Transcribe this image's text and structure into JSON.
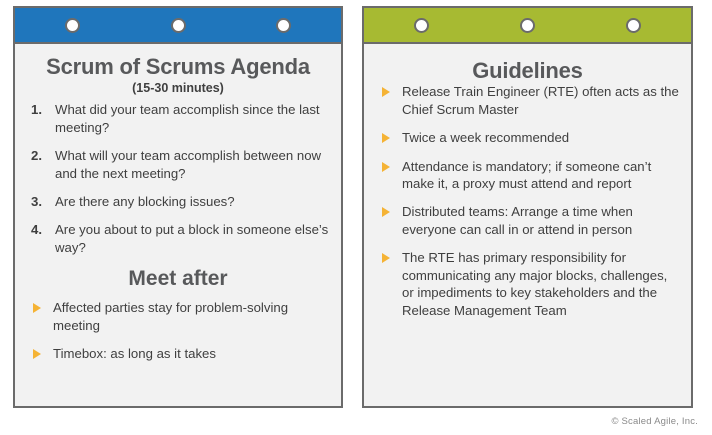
{
  "colors": {
    "header_blue": "#1f76bc",
    "header_green": "#a7ba32",
    "bullet_orange": "#f5b335",
    "panel_border": "#6b6b6b",
    "panel_background": "#f2f2f2",
    "text_gray": "#3f3f3f",
    "heading_gray": "#58595b"
  },
  "left_panel": {
    "title": "Scrum of Scrums Agenda",
    "subtitle": "(15-30 minutes)",
    "numbered_items": [
      {
        "number": "1.",
        "text": "What did your team accomplish since the last meeting?"
      },
      {
        "number": "2.",
        "text": "What will your team accomplish between now and the next meeting?"
      },
      {
        "number": "3.",
        "text": "Are there any blocking issues?"
      },
      {
        "number": "4.",
        "text": "Are you about to put a block in someone else’s way?"
      }
    ],
    "section_title": "Meet after",
    "bullet_items": [
      "Affected parties stay for problem-solving meeting",
      "Timebox: as long as it takes"
    ]
  },
  "right_panel": {
    "title": "Guidelines",
    "bullet_items": [
      "Release Train Engineer (RTE) often acts as the Chief Scrum Master",
      "Twice a week recommended",
      "Attendance is mandatory; if someone can’t make it, a proxy must attend and report",
      "Distributed teams: Arrange a time when everyone can call in or attend in person",
      "The RTE has primary responsibility for communicating any major blocks, challenges, or impediments to key stakeholders and the Release Management Team"
    ]
  },
  "footer": {
    "copyright": "© Scaled Agile, Inc."
  }
}
